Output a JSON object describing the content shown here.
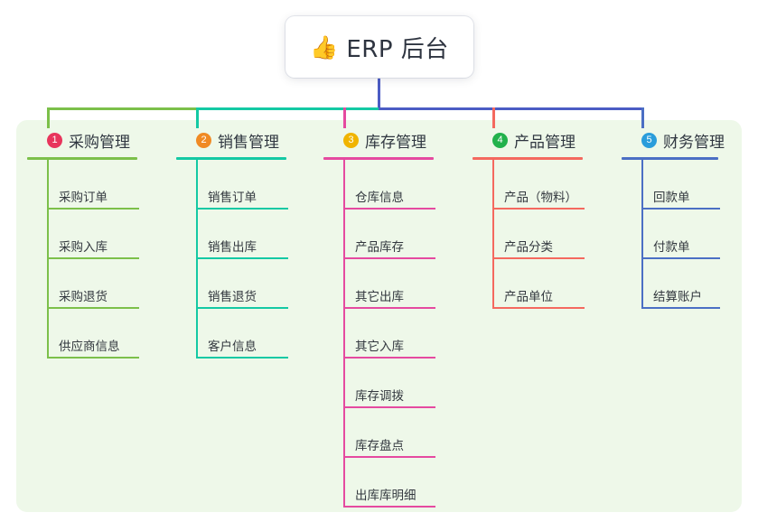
{
  "root": {
    "icon": "thumbs-up-icon",
    "icon_glyph": "👍",
    "title": "ERP 后台"
  },
  "palette": {
    "panel_bg": "#eef8e9",
    "stem": "#4b5cc4",
    "bus_left": "#7cc04a",
    "bus_mid": "#14c9a4",
    "bus_right": "#4b5cc4"
  },
  "columns": [
    {
      "index": "1",
      "title": "采购管理",
      "badge_color": "#e8355c",
      "line_color": "#7cc04a",
      "items": [
        "采购订单",
        "采购入库",
        "采购退货",
        "供应商信息"
      ]
    },
    {
      "index": "2",
      "title": "销售管理",
      "badge_color": "#f08a24",
      "line_color": "#14c9a4",
      "items": [
        "销售订单",
        "销售出库",
        "销售退货",
        "客户信息"
      ]
    },
    {
      "index": "3",
      "title": "库存管理",
      "badge_color": "#f0b400",
      "line_color": "#e54aa0",
      "items": [
        "仓库信息",
        "产品库存",
        "其它出库",
        "其它入库",
        "库存调拨",
        "库存盘点",
        "出库库明细"
      ]
    },
    {
      "index": "4",
      "title": "产品管理",
      "badge_color": "#22b24c",
      "line_color": "#f4695f",
      "items": [
        "产品（物料）",
        "产品分类",
        "产品单位"
      ]
    },
    {
      "index": "5",
      "title": "财务管理",
      "badge_color": "#2a9ddb",
      "line_color": "#4b6fc4",
      "items": [
        "回款单",
        "付款单",
        "结算账户"
      ]
    }
  ]
}
